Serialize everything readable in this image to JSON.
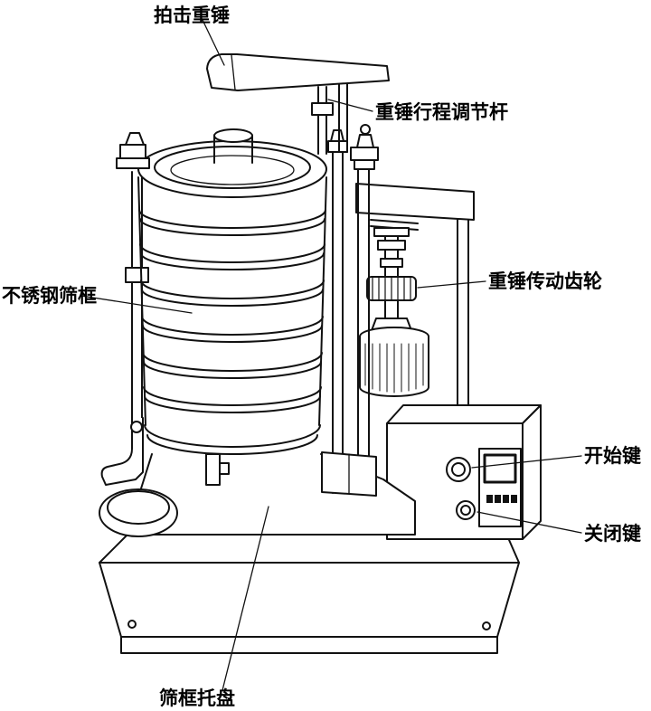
{
  "diagram": {
    "subject": "sieve shaker machine line drawing",
    "colors": {
      "line": "#111111",
      "background": "#ffffff",
      "display_segments": "#111111"
    },
    "labels": {
      "hammer": "拍击重锤",
      "stroke_adjust_rod": "重锤行程调节杆",
      "sieve_frame": "不锈钢筛框",
      "drive_gear": "重锤传动齿轮",
      "start_key": "开始键",
      "stop_key": "关闭键",
      "tray": "筛框托盘"
    }
  }
}
